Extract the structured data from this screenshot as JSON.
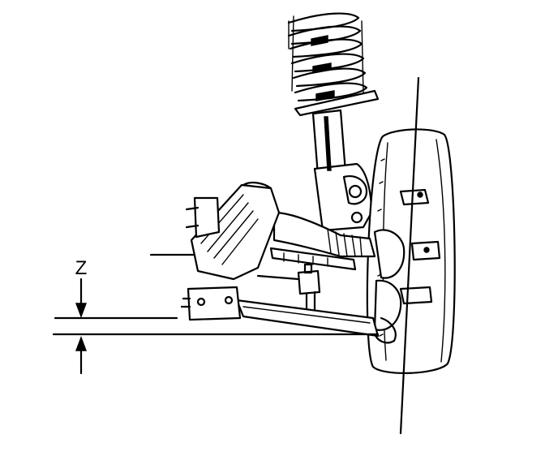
{
  "diagram": {
    "dimension_label": "Z",
    "ink_color": "#000000",
    "background_color": "#ffffff",
    "icons": [
      "coil-spring",
      "strut",
      "wheel",
      "crossmember",
      "drive-axle",
      "lower-control-arm",
      "dimension-arrow"
    ]
  }
}
